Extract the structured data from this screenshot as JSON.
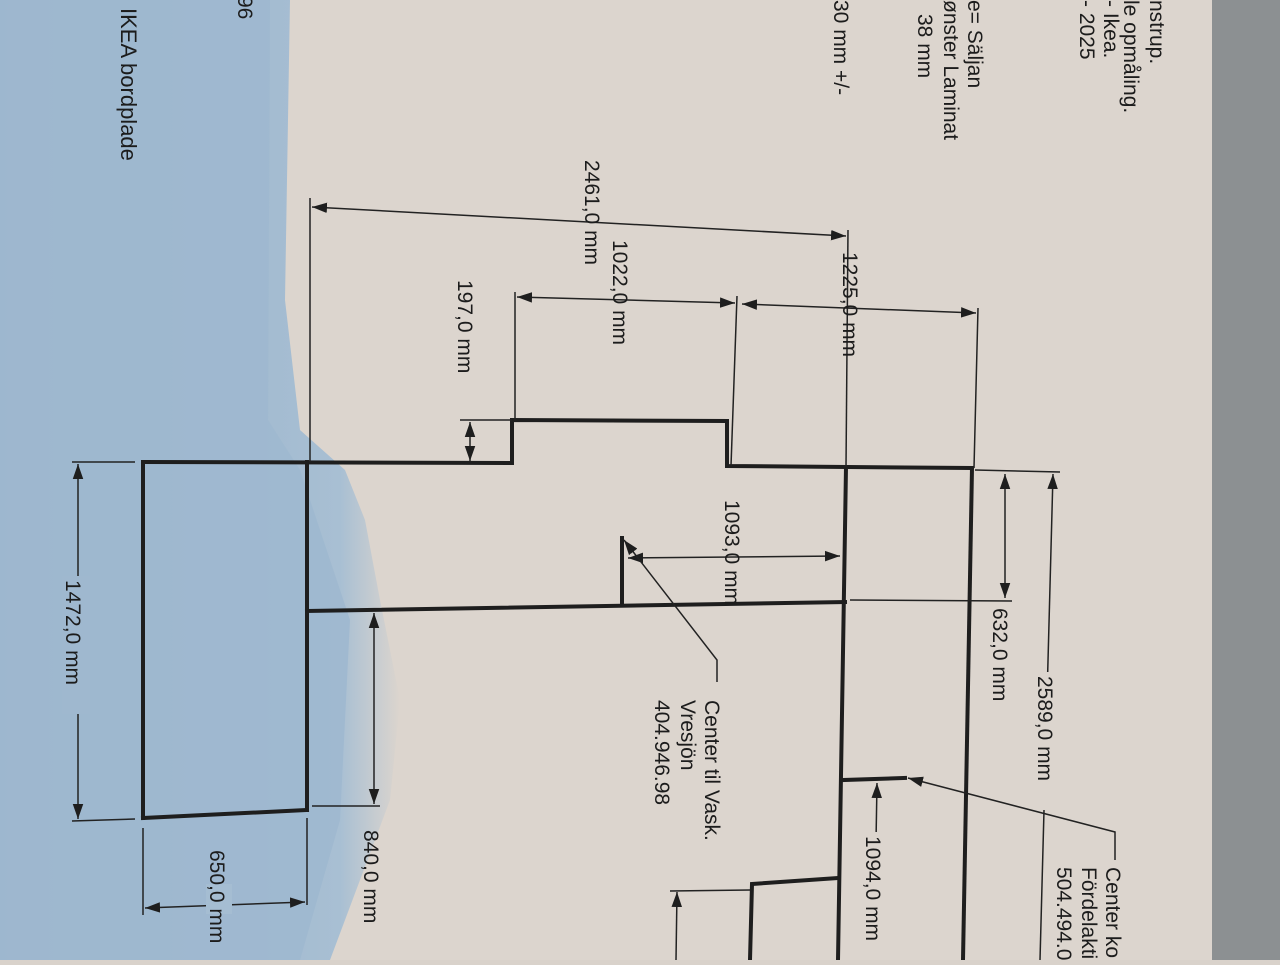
{
  "document": {
    "notes_left": {
      "partial_number": "96",
      "title": "IKEA bordplade"
    },
    "notes_top": [
      "nstrup.",
      "le opmåling.",
      "- Ikea.",
      "- 2025",
      "e= Säljan",
      "ønster Laminat",
      "38 mm",
      "30 mm +/-"
    ],
    "dimensions": {
      "d2461": "2461,0 mm",
      "d1022": "1022,0 mm",
      "d1225": "1225,0 mm",
      "d197": "197,0 mm",
      "d1093": "1093,0 mm",
      "d632": "632,0 mm",
      "d2589": "2589,0 mm",
      "d1094": "1094,0 mm",
      "d840": "840,0 mm",
      "d650": "650,0 mm",
      "d1472": "1472,0 mm"
    },
    "callouts": {
      "sink": [
        "Center til Vask.",
        "Vresjön",
        "404.946.98"
      ],
      "right": [
        "Center ko",
        "Fördelakti",
        "504.494.0"
      ]
    }
  },
  "colors": {
    "paper": "#dcd5ce",
    "shadow_blue": "#9db7cf",
    "background_grey": "#8c9092",
    "ink": "#1e1e1e"
  }
}
